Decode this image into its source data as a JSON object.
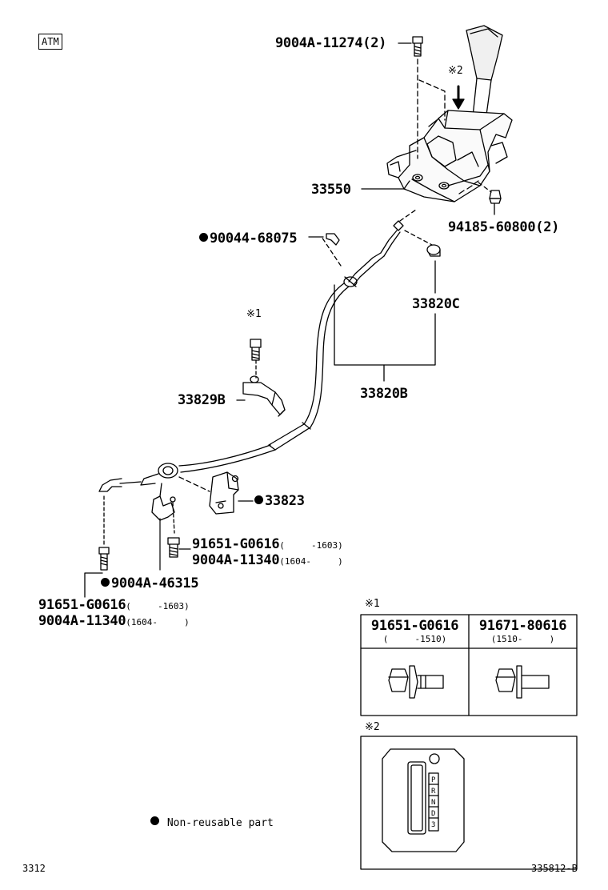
{
  "header": {
    "tag": "ATM"
  },
  "parts": {
    "bolt_top": "9004A-11274(2)",
    "shift_lever_assy": "33550",
    "nut_right": "94185-60800(2)",
    "clip_nonreusable": "90044-68075",
    "bushing": "33820C",
    "cable_assy": "33820B",
    "clamp": "33829B",
    "bracket_nonreusable": "33823",
    "bolt_mid_a": "91651-G0616",
    "bolt_mid_a_range": "(     -1603)",
    "bolt_mid_b": "9004A-11340",
    "bolt_mid_b_range": "(1604-     )",
    "retainer_nonreusable": "9004A-46315",
    "bolt_low_a": "91651-G0616",
    "bolt_low_a_range": "(     -1603)",
    "bolt_low_b": "9004A-11340",
    "bolt_low_b_range": "(1604-     )"
  },
  "notes": {
    "mark1": "※1",
    "mark2": "※2"
  },
  "table1": {
    "mark": "※1",
    "col1_part": "91651-G0616",
    "col1_range": "(     -1510)",
    "col2_part": "91671-80616",
    "col2_range": "(1510-     )"
  },
  "table2": {
    "mark": "※2"
  },
  "legend": {
    "label": "Non-reusable part"
  },
  "footer": {
    "left": "3312",
    "right": "335812-B"
  }
}
